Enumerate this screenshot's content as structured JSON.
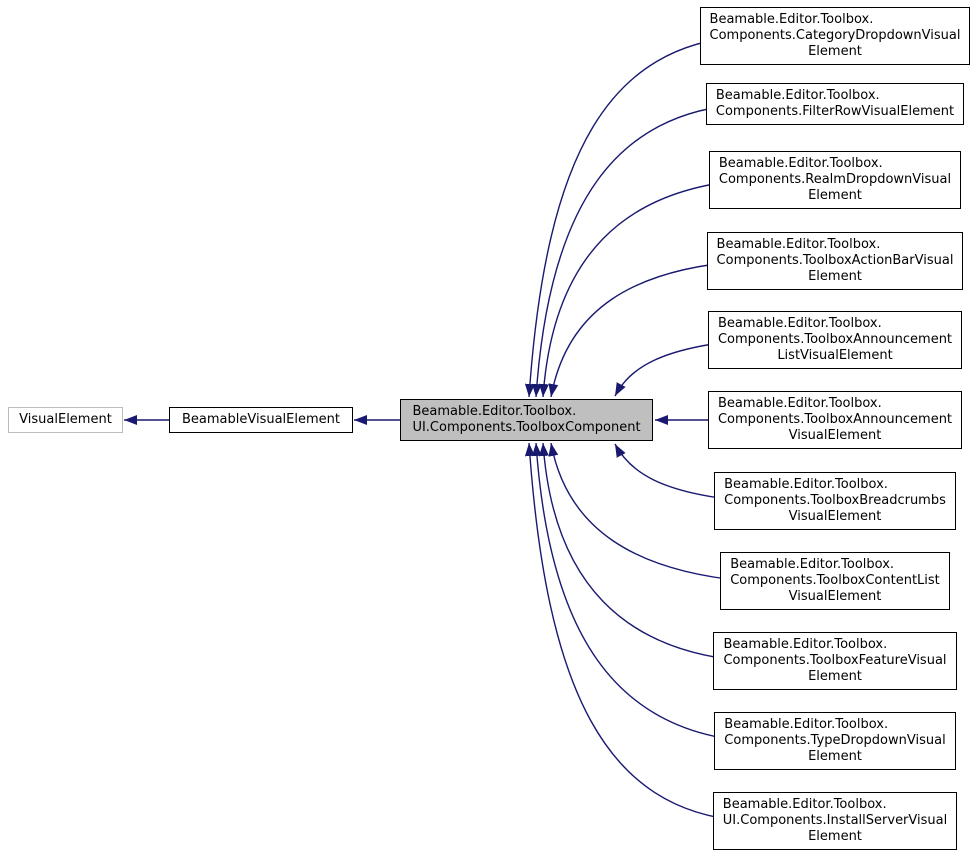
{
  "diagram": {
    "type": "class-inheritance-graph",
    "base_chain": [
      {
        "label": "VisualElement",
        "documented": false
      },
      {
        "label": "BeamableVisualElement",
        "documented": true
      }
    ],
    "focus_node": {
      "full_name": "Beamable.Editor.Toolbox.UI.Components.ToolboxComponent",
      "lines": [
        "Beamable.Editor.Toolbox.",
        "UI.Components.ToolboxComponent"
      ]
    },
    "derived_nodes": [
      {
        "full_name": "Beamable.Editor.Toolbox.Components.CategoryDropdownVisualElement",
        "lines": [
          "Beamable.Editor.Toolbox.",
          "Components.CategoryDropdownVisual",
          "Element"
        ]
      },
      {
        "full_name": "Beamable.Editor.Toolbox.Components.FilterRowVisualElement",
        "lines": [
          "Beamable.Editor.Toolbox.",
          "Components.FilterRowVisualElement"
        ]
      },
      {
        "full_name": "Beamable.Editor.Toolbox.Components.RealmDropdownVisualElement",
        "lines": [
          "Beamable.Editor.Toolbox.",
          "Components.RealmDropdownVisual",
          "Element"
        ]
      },
      {
        "full_name": "Beamable.Editor.Toolbox.Components.ToolboxActionBarVisualElement",
        "lines": [
          "Beamable.Editor.Toolbox.",
          "Components.ToolboxActionBarVisual",
          "Element"
        ]
      },
      {
        "full_name": "Beamable.Editor.Toolbox.Components.ToolboxAnnouncementListVisualElement",
        "lines": [
          "Beamable.Editor.Toolbox.",
          "Components.ToolboxAnnouncement",
          "ListVisualElement"
        ]
      },
      {
        "full_name": "Beamable.Editor.Toolbox.Components.ToolboxAnnouncementVisualElement",
        "lines": [
          "Beamable.Editor.Toolbox.",
          "Components.ToolboxAnnouncement",
          "VisualElement"
        ]
      },
      {
        "full_name": "Beamable.Editor.Toolbox.Components.ToolboxBreadcrumbsVisualElement",
        "lines": [
          "Beamable.Editor.Toolbox.",
          "Components.ToolboxBreadcrumbs",
          "VisualElement"
        ]
      },
      {
        "full_name": "Beamable.Editor.Toolbox.Components.ToolboxContentListVisualElement",
        "lines": [
          "Beamable.Editor.Toolbox.",
          "Components.ToolboxContentList",
          "VisualElement"
        ]
      },
      {
        "full_name": "Beamable.Editor.Toolbox.Components.ToolboxFeatureVisualElement",
        "lines": [
          "Beamable.Editor.Toolbox.",
          "Components.ToolboxFeatureVisual",
          "Element"
        ]
      },
      {
        "full_name": "Beamable.Editor.Toolbox.Components.TypeDropdownVisualElement",
        "lines": [
          "Beamable.Editor.Toolbox.",
          "Components.TypeDropdownVisual",
          "Element"
        ]
      },
      {
        "full_name": "Beamable.Editor.Toolbox.UI.Components.InstallServerVisualElement",
        "lines": [
          "Beamable.Editor.Toolbox.",
          "UI.Components.InstallServerVisual",
          "Element"
        ]
      }
    ],
    "colors": {
      "edge": "#191970",
      "focus_fill": "#bfbfbf",
      "node_border": "#000000",
      "undocumented_border": "#bcbcbc",
      "background": "#ffffff"
    }
  }
}
